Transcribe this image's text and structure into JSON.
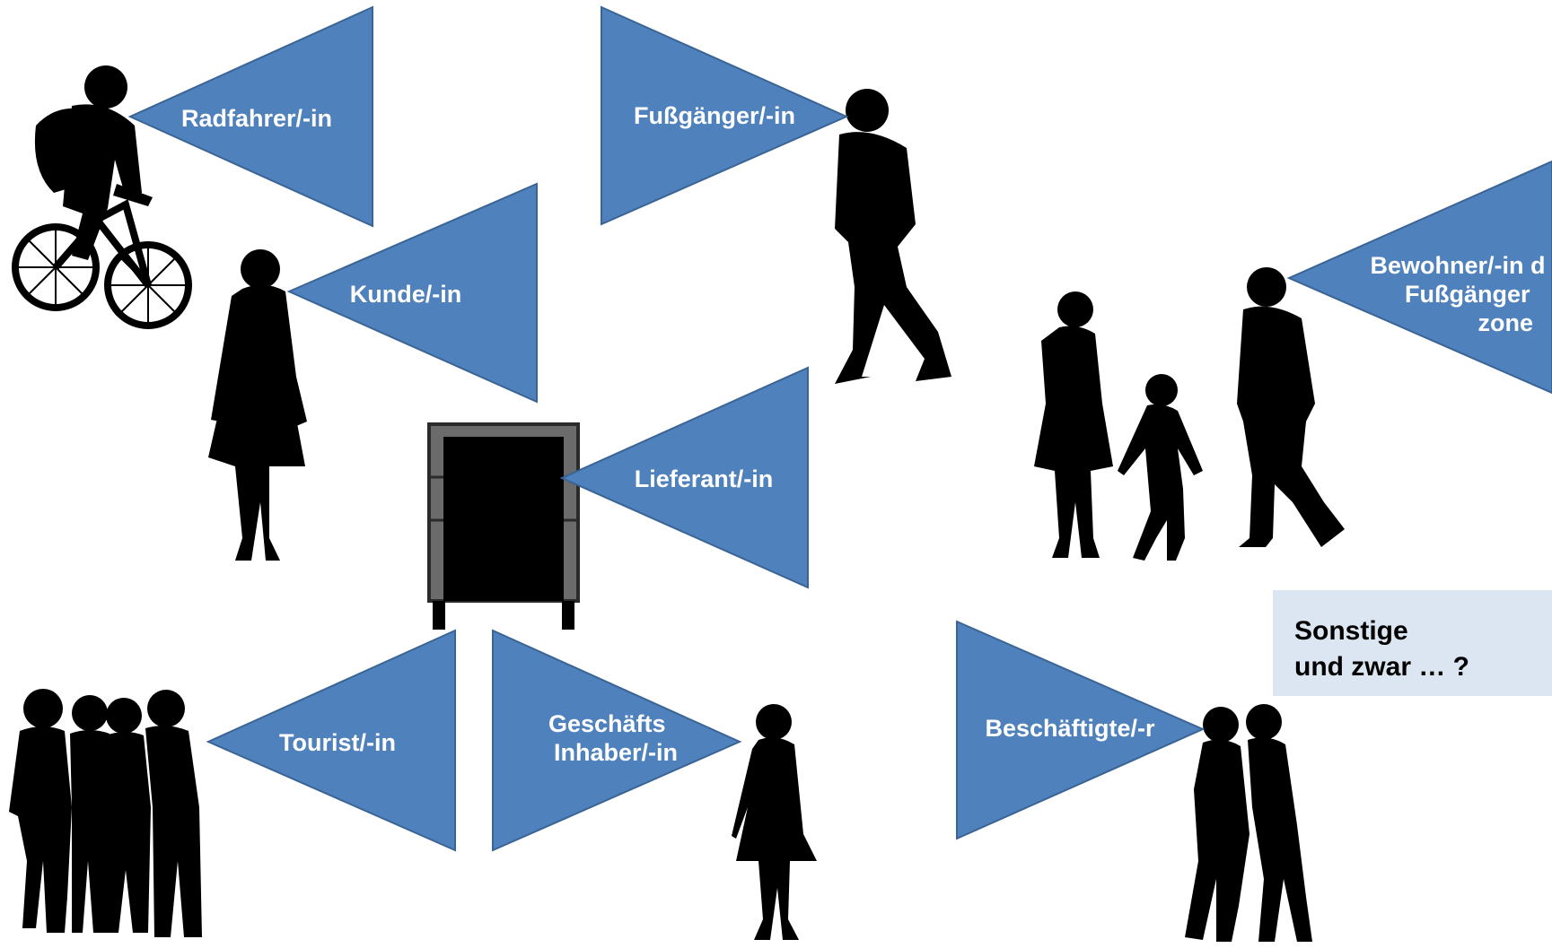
{
  "labels": {
    "radfahrer": [
      "Radfahrer/-in"
    ],
    "fussgaenger": [
      "Fußgänger/-in"
    ],
    "kunde": [
      "Kunde/-in"
    ],
    "bewohner": [
      "Bewohner/-in d",
      "Fußgänger",
      "zone"
    ],
    "lieferant": [
      "Lieferant/-in"
    ],
    "tourist": [
      "Tourist/-in"
    ],
    "geschaefts": [
      "Geschäfts",
      "Inhaber/-in"
    ],
    "beschaeftigte": [
      "Beschäftigte/-r"
    ]
  },
  "other_box": {
    "line1": "Sonstige",
    "line2": "und zwar … ?"
  },
  "colors": {
    "triangle_fill": "#4f81bd",
    "label_text": "#ffffff",
    "other_box_bg": "#dce6f2"
  }
}
